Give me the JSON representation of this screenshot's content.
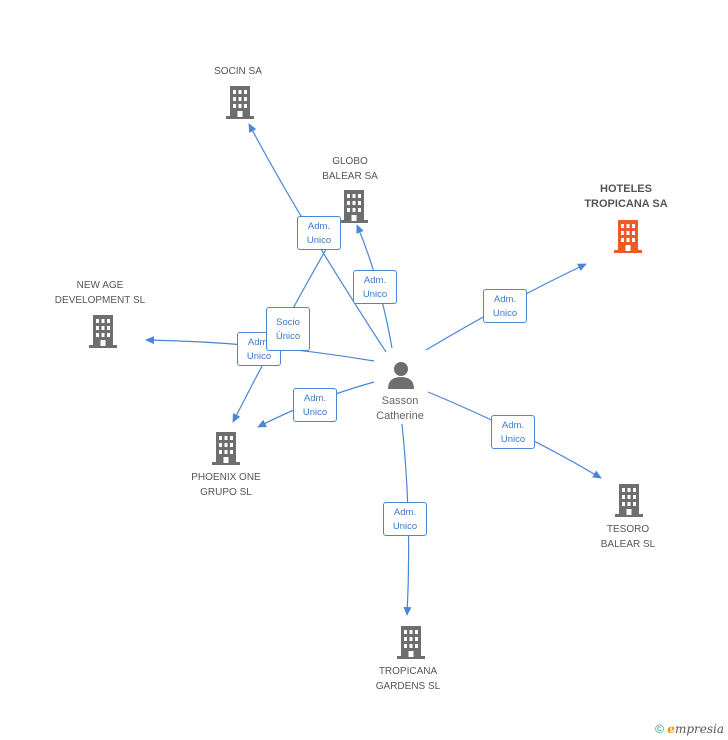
{
  "nodes": {
    "socin": {
      "label_lines": [
        "SOCIN SA"
      ]
    },
    "globo": {
      "label_lines": [
        "GLOBO",
        "BALEAR SA"
      ]
    },
    "hoteles": {
      "label_lines": [
        "HOTELES",
        "TROPICANA SA"
      ]
    },
    "newage": {
      "label_lines": [
        "NEW AGE",
        "DEVELOPMENT SL"
      ]
    },
    "phoenix": {
      "label_lines": [
        "PHOENIX ONE",
        "GRUPO SL"
      ]
    },
    "tesoro": {
      "label_lines": [
        "TESORO",
        "BALEAR SL"
      ]
    },
    "tropicana": {
      "label_lines": [
        "TROPICANA",
        "GARDENS SL"
      ]
    },
    "person": {
      "label_lines": [
        "Sasson",
        "Catherine"
      ]
    }
  },
  "edges": {
    "socin": {
      "label_lines": [
        "Adm.",
        "Unico"
      ]
    },
    "globo": {
      "label_lines": [
        "Adm.",
        "Unico"
      ]
    },
    "hoteles": {
      "label_lines": [
        "Adm.",
        "Unico"
      ]
    },
    "newage": {
      "label_lines": [
        "Adm.",
        "Unico"
      ]
    },
    "phoenix_socio": {
      "label_lines": [
        "Socio",
        "Único"
      ]
    },
    "phoenix_adm": {
      "label_lines": [
        "Adm.",
        "Unico"
      ]
    },
    "tesoro": {
      "label_lines": [
        "Adm.",
        "Unico"
      ]
    },
    "tropicana": {
      "label_lines": [
        "Adm.",
        "Unico"
      ]
    }
  },
  "colors": {
    "edge": "#4a86d6",
    "building": "#6e6e6e",
    "building_main": "#f05a2a",
    "person": "#6e6e6e"
  },
  "footer": {
    "copyright": "©",
    "brand_e": "e",
    "brand_rest": "mpresia"
  }
}
